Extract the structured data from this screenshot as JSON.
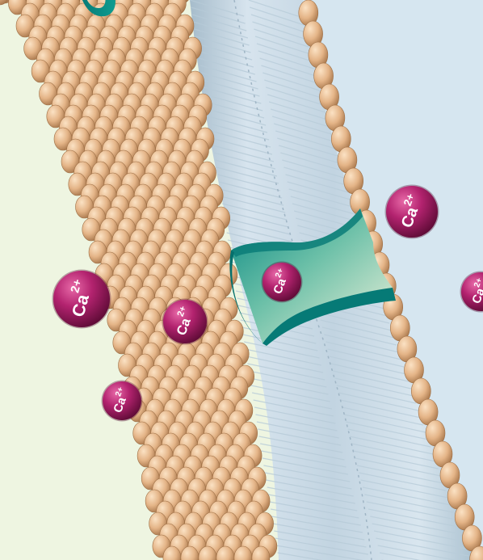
{
  "ion": {
    "symbol": "Ca",
    "charge": "2+"
  },
  "colors": {
    "extracellular_bg": "#eef5e1",
    "intracellular_bg": "#d6e6f0",
    "head_light": "#f2c9a0",
    "head_dark": "#b98a5e",
    "tail_light": "#e3edf4",
    "tail_dark": "#a9c0cf",
    "channel_teal": "#0f8c86",
    "channel_light": "#eef2d8",
    "ion_magenta": "#a11d63"
  },
  "icons": [
    "calcium-ion-icon",
    "ion-channel-icon",
    "lipid-bilayer"
  ]
}
